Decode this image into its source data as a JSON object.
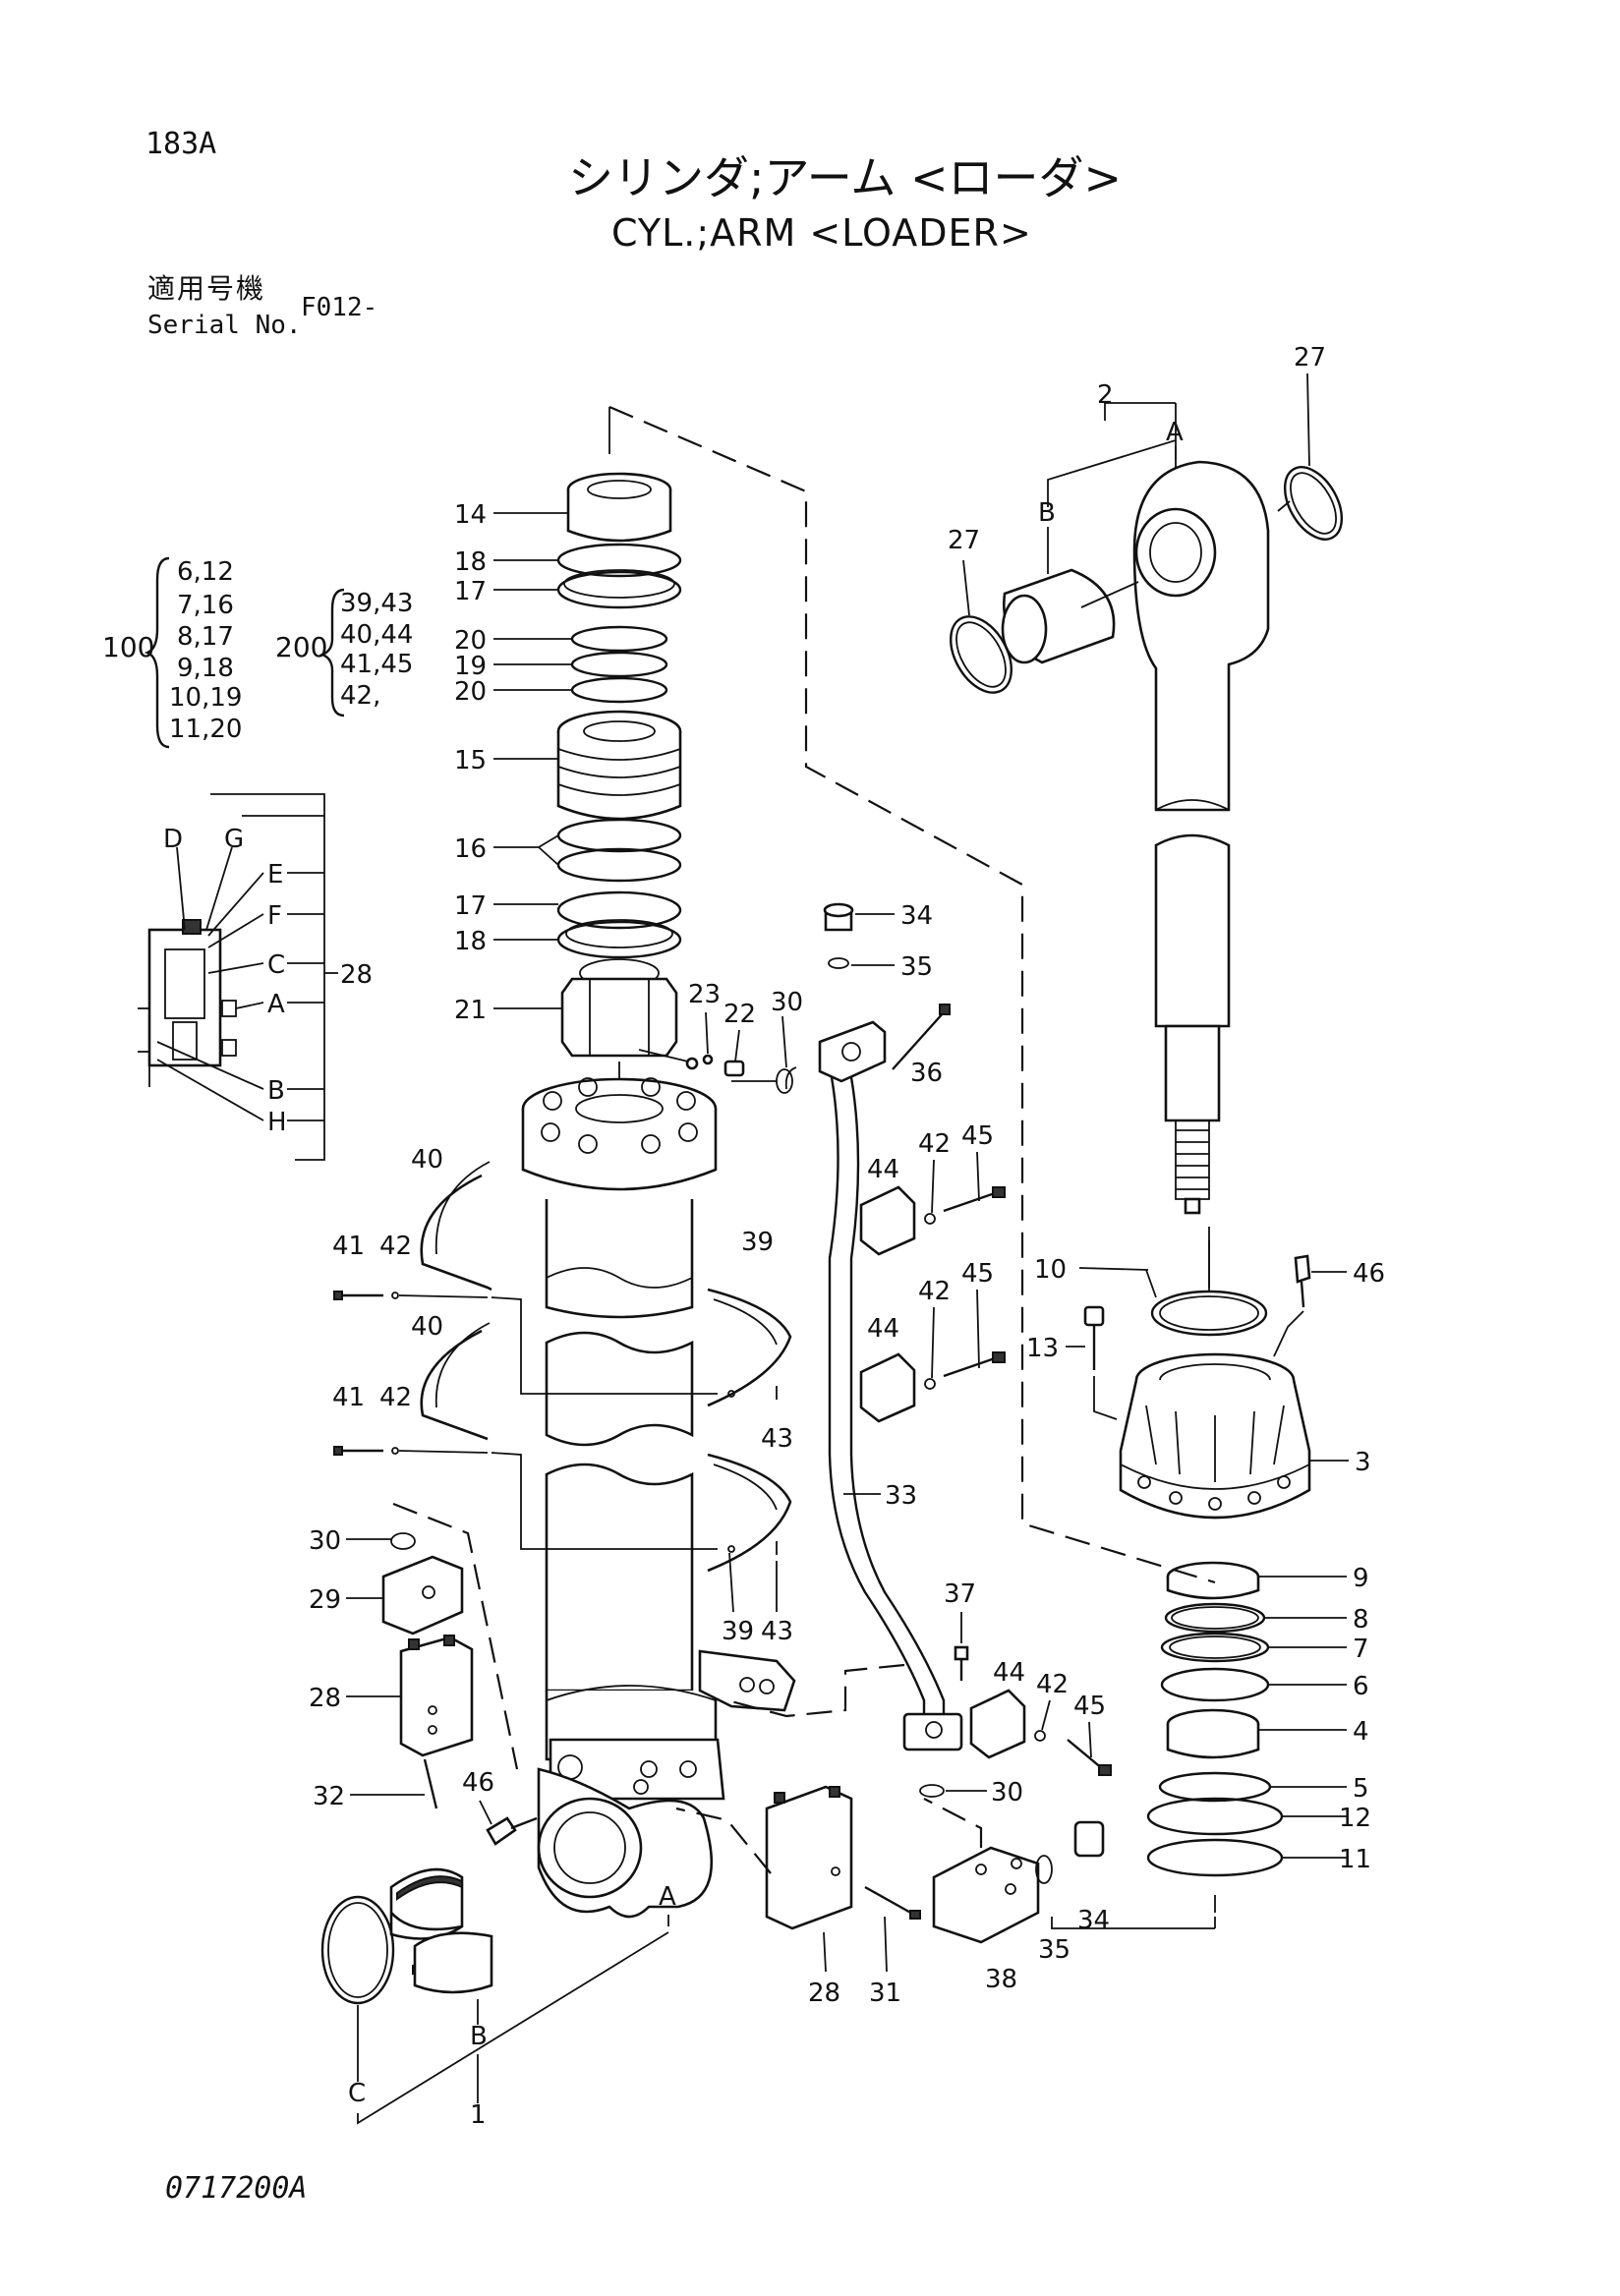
{
  "header": {
    "page_number": "183A",
    "title_jp": "シリンダ;アーム <ローダ>",
    "title_en": "CYL.;ARM <LOADER>",
    "serial_label_jp": "適用号機",
    "serial_label_en": "Serial No.",
    "serial_value": "F012-"
  },
  "kits": [
    {
      "id": "100",
      "items": [
        "6,12",
        "7,16",
        "8,17",
        "9,18",
        "10,19",
        "11,20"
      ]
    },
    {
      "id": "200",
      "items": [
        "39,43",
        "40,44",
        "41,45",
        "42,"
      ]
    }
  ],
  "callouts": {
    "n1": "1",
    "n2": "2",
    "n3": "3",
    "n4": "4",
    "n5": "5",
    "n6": "6",
    "n7": "7",
    "n8": "8",
    "n9": "9",
    "n10": "10",
    "n11": "11",
    "n12": "12",
    "n13": "13",
    "n14": "14",
    "n15": "15",
    "n16": "16",
    "n17": "17",
    "n18": "18",
    "n19": "19",
    "n20": "20",
    "n21": "21",
    "n22": "22",
    "n23": "23",
    "n27": "27",
    "n28": "28",
    "n29": "29",
    "n30": "30",
    "n31": "31",
    "n32": "32",
    "n33": "33",
    "n34": "34",
    "n35": "35",
    "n36": "36",
    "n37": "37",
    "n38": "38",
    "n39": "39",
    "n40": "40",
    "n41": "41",
    "n42": "42",
    "n43": "43",
    "n44": "44",
    "n45": "45",
    "n46": "46"
  },
  "letters": {
    "A": "A",
    "B": "B",
    "C": "C",
    "D": "D",
    "E": "E",
    "F": "F",
    "G": "G",
    "H": "H"
  },
  "footer": {
    "doc_code": "0717200A"
  }
}
